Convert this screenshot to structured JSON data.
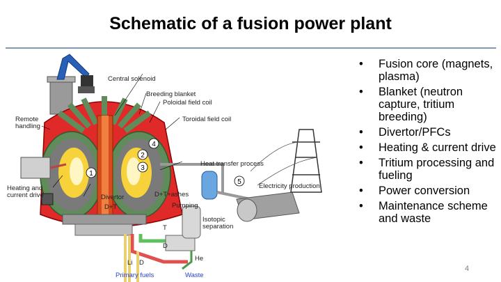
{
  "title": "Schematic of a fusion power plant",
  "diagram": {
    "labels": {
      "central_solenoid": "Central solenoid",
      "breeding_blanket": "Breeding blanket",
      "poloidal_field_coil": "Poloidal field coil",
      "toroidal_field_coil": "Toroidal field coil",
      "remote_handling_line1": "Remote",
      "remote_handling_line2": "handling",
      "heat_transfer": "Heat transfer process",
      "heating_line1": "Heating and",
      "heating_line2": "current drive",
      "divertor": "Divertor",
      "d_t_ashes": "D+T+ashes",
      "d_t": "D+T",
      "pumping": "Pumping",
      "isotopic_line1": "Isotopic",
      "isotopic_line2": "separation",
      "electricity": "Electricity production",
      "t_label": "T",
      "d_label": "D",
      "he_label": "He",
      "li_label": "Li",
      "d_bottom": "D",
      "primary_fuels": "Primary fuels",
      "waste": "Waste",
      "num1": "1",
      "num2": "2",
      "num3": "3",
      "num4": "4",
      "num5": "5"
    },
    "colors": {
      "blanket": "#e02a2a",
      "magnet": "#5f8c5a",
      "vessel": "#7a7a7a",
      "plasma": "#f7d23a",
      "solenoid": "#d64a1e",
      "crane": "#2a5fb8",
      "turbine": "#8a8a8a",
      "label_blue": "#2a3fd0"
    }
  },
  "bullets": [
    "Fusion core (magnets, plasma)",
    "Blanket (neutron capture, tritium breeding)",
    "Divertor/PFCs",
    "Heating & current drive",
    "Tritium processing and fueling",
    "Power conversion",
    "Maintenance scheme and waste"
  ],
  "bullet_marker": "•",
  "page_number": "4"
}
